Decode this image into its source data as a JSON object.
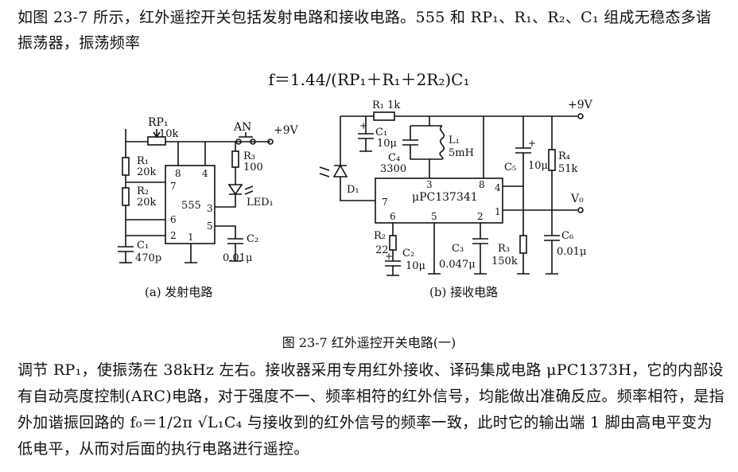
{
  "intro_text": "如图 23-7 所示，红外遥控开关包括发射电路和接收电路。555 和 RP₁、R₁、R₂、C₁ 组成无稳态多谐振荡器，振荡频率",
  "formula": "f＝1.44/(RP₁＋R₁＋2R₂)C₁",
  "circuit_a": {
    "labels": {
      "rp1": "RP₁",
      "rp1_val": "10k",
      "r1": "R₁",
      "r1_val": "20k",
      "r2": "R₂",
      "r2_val": "20k",
      "c1": "C₁",
      "c1_val": "470p",
      "an": "AN",
      "vcc": "+9V",
      "r3": "R₃",
      "r3_val": "100",
      "led": "LED₁",
      "chip": "555",
      "c2": "C₂",
      "c2_val": "0.01μ",
      "pin8": "8",
      "pin4": "4",
      "pin7": "7",
      "pin6": "6",
      "pin2": "2",
      "pin1": "1",
      "pin3": "3",
      "pin5": "5"
    },
    "caption": "(a)  发射电路"
  },
  "circuit_b": {
    "labels": {
      "r1": "R₁ 1k",
      "vcc": "+9V",
      "c1": "C₁",
      "c1_val": "10μ",
      "l1": "L₁",
      "l1_val": "5mH",
      "c4": "C₄",
      "c4_val": "3300",
      "c5": "C₅",
      "c5_val": "10μ",
      "r4": "R₄",
      "r4_val": "51k",
      "d1": "D₁",
      "chip": "μPC137341",
      "vo": "V₀",
      "r2": "R₂",
      "r2_val": "22",
      "c2": "C₂",
      "c2_val": "10μ",
      "c3": "C₃",
      "c3_val": "0.047μ",
      "r3": "R₃",
      "r3_val": "150k",
      "c6": "C₆",
      "c6_val": "0.01μ",
      "plus": "+",
      "pin3": "3",
      "pin8": "8",
      "pin4": "4",
      "pin7": "7",
      "pin1": "1",
      "pin6": "6",
      "pin5": "5",
      "pin2": "2"
    },
    "caption": "(b)  接收电路"
  },
  "figure_caption": "图 23-7    红外遥控开关电路(一)",
  "body_text": "调节 RP₁，使振荡在 38kHz 左右。接收器采用专用红外接收、译码集成电路 μPC1373H，它的内部设有自动亮度控制(ARC)电路，对于强度不一、频率相符的红外信号，均能做出准确反应。频率相符，是指外加谐振回路的 f₀＝1/2π √L₁C₄ 与接收到的红外信号的频率一致，此时它的输出端 1 脚由高电平变为低电平，从而对后面的执行电路进行遥控。"
}
